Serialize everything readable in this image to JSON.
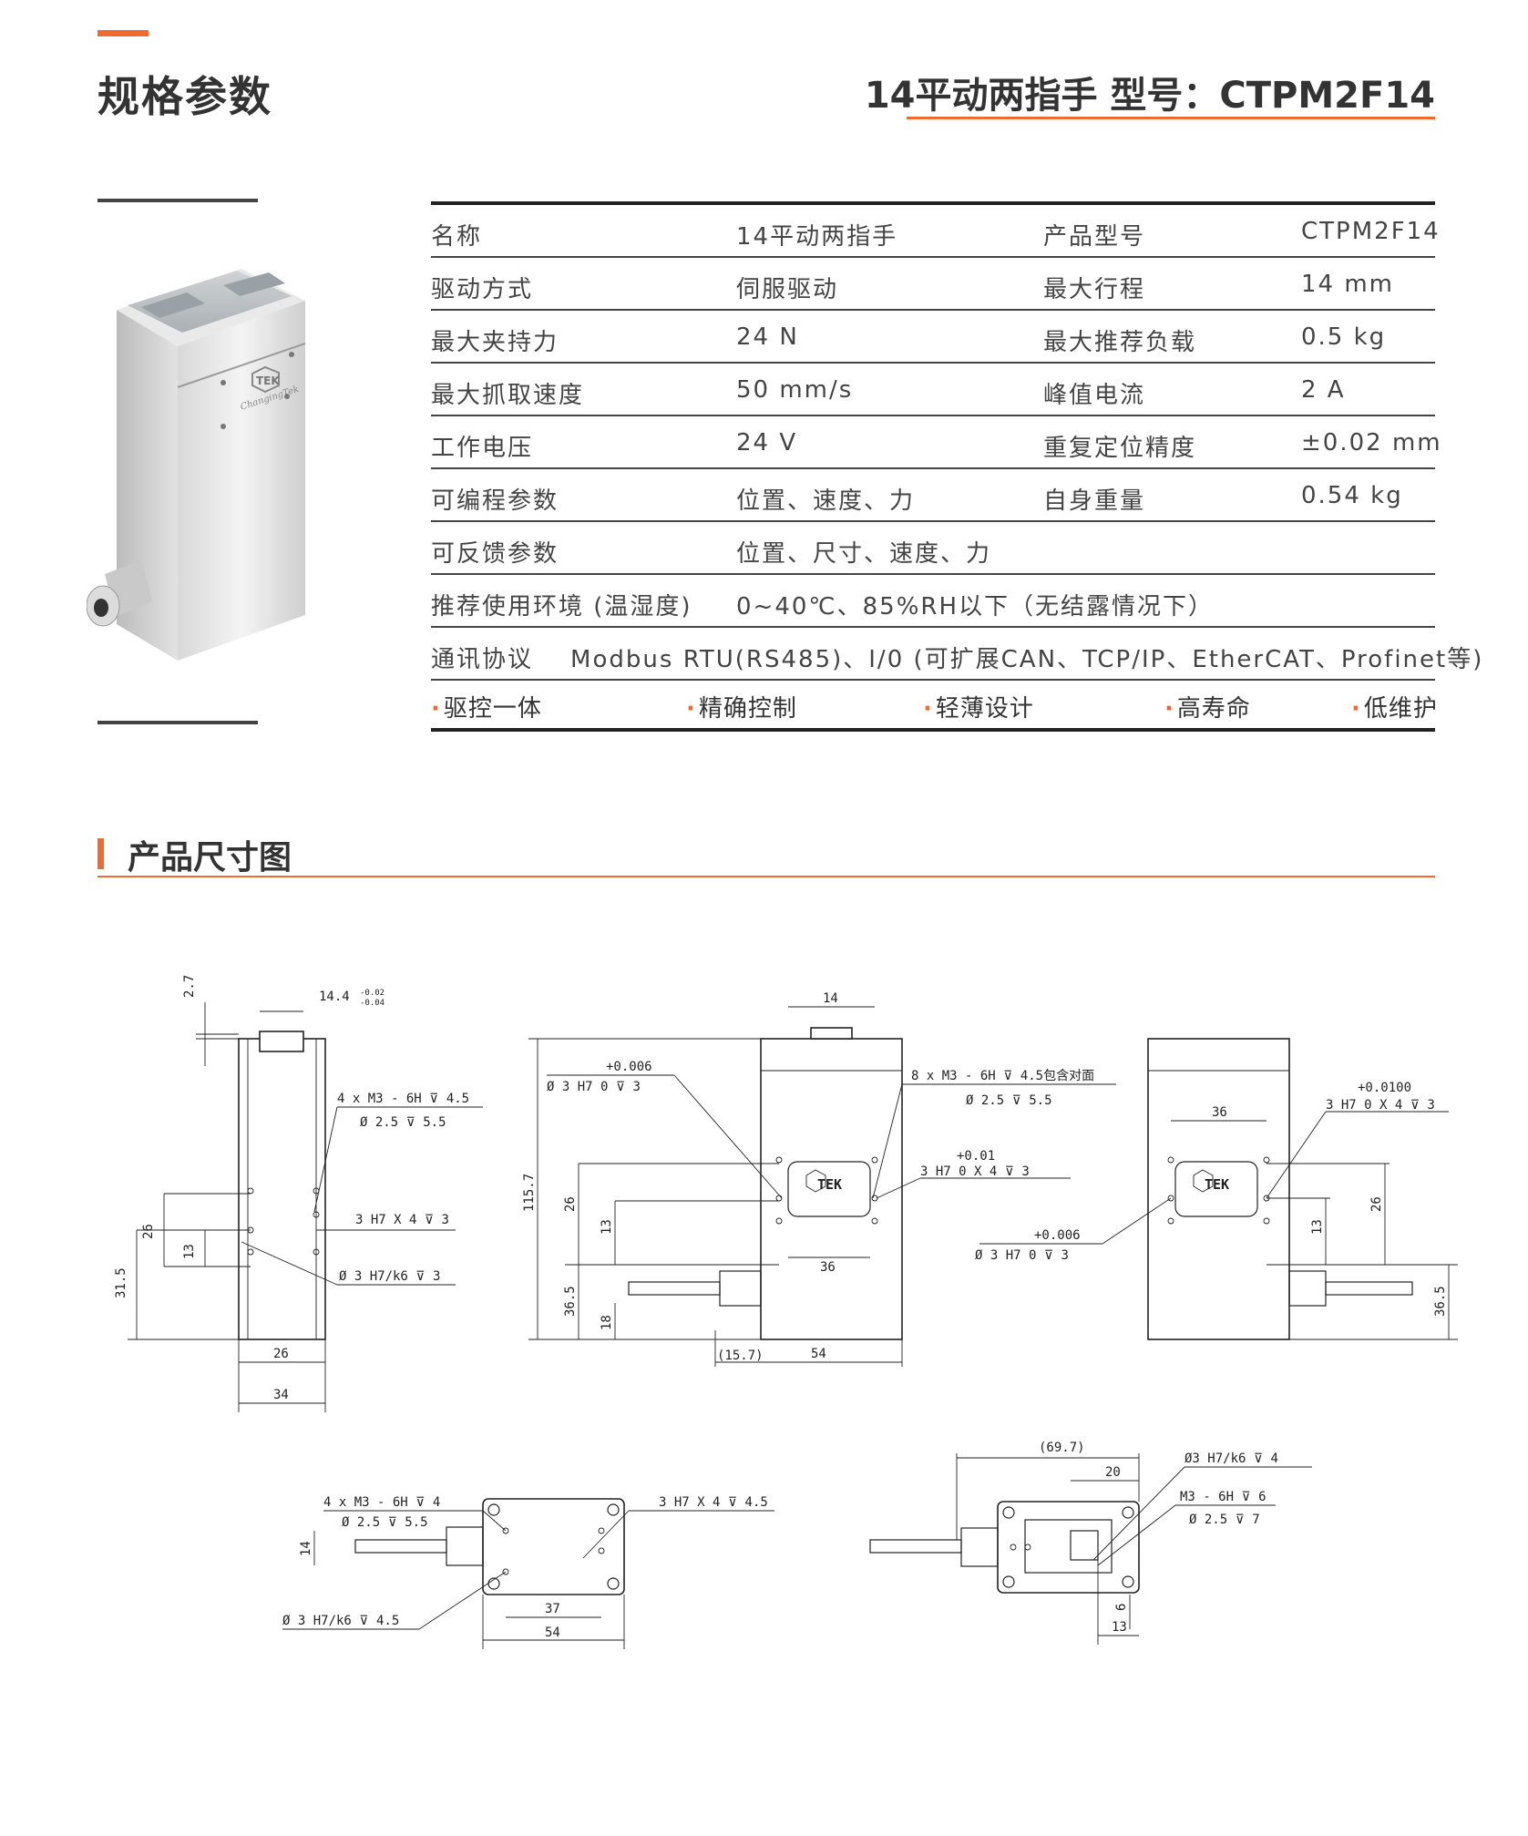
{
  "header": {
    "page_title": "规格参数",
    "product_title": "14平动两指手  型号：CTPM2F14"
  },
  "specs": [
    {
      "k1": "名称",
      "v1": "14平动两指手",
      "k2": "产品型号",
      "v2": "CTPM2F14"
    },
    {
      "k1": "驱动方式",
      "v1": "伺服驱动",
      "k2": "最大行程",
      "v2": "14 mm"
    },
    {
      "k1": "最大夹持力",
      "v1": "24 N",
      "k2": "最大推荐负载",
      "v2": "0.5 kg"
    },
    {
      "k1": "最大抓取速度",
      "v1": "50 mm/s",
      "k2": "峰值电流",
      "v2": "2 A"
    },
    {
      "k1": "工作电压",
      "v1": "24 V",
      "k2": "重复定位精度",
      "v2": "±0.02 mm"
    },
    {
      "k1": "可编程参数",
      "v1": "位置、速度、力",
      "k2": "自身重量",
      "v2": "0.54 kg"
    },
    {
      "k1": "可反馈参数",
      "v1": "位置、尺寸、速度、力",
      "k2": "",
      "v2": ""
    },
    {
      "k1": "推荐使用环境 (温湿度)",
      "v1": "0~40℃、85%RH以下（无结露情况下）",
      "k2": "",
      "v2": ""
    }
  ],
  "protocol": "通讯协议    Modbus RTU(RS485)、I/0 (可扩展CAN、TCP/IP、EtherCAT、Profinet等)",
  "features": [
    "驱控一体",
    "精确控制",
    "轻薄设计",
    "高寿命",
    "低维护"
  ],
  "section": {
    "title": "产品尺寸图"
  },
  "product_image": {
    "logo_text": "TEK",
    "logo_sub": "ChangingTek"
  },
  "drawing": {
    "side": {
      "d_2_7": "2.7",
      "d_14_4": "14.4",
      "d_tol1": "-0.02",
      "d_tol2": "-0.04",
      "thread1": "4 x  M3 - 6H ⊽ 4.5",
      "thread2": "Ø 2.5 ⊽ 5.5",
      "d_26": "26",
      "d_13": "13",
      "d_31_5": "31.5",
      "pin1": "3 H7 X 4 ⊽ 3",
      "pin2": "Ø 3 H7/k6 ⊽ 3",
      "w26": "26",
      "w34": "34"
    },
    "front": {
      "d_14": "14",
      "d_115_7": "115.7",
      "tol_a": "+0.006",
      "hole_a": "Ø 3 H7   0  ⊽ 3",
      "thread1": "8 x  M3 - 6H ⊽ 4.5包含对面",
      "thread2": "Ø 2.5 ⊽ 5.5",
      "tol_b": "+0.01",
      "hole_b": "3 H7   0   X 4 ⊽ 3",
      "d_26": "26",
      "d_13": "13",
      "d_36_5": "36.5",
      "d_18": "18",
      "d_36": "36",
      "d_15_7": "(15.7)",
      "d_54": "54",
      "tol_c": "+0.006",
      "hole_c": "Ø 3 H7   0   ⊽ 3"
    },
    "back": {
      "tol": "+0.0100",
      "hole": "3 H7  0  X 4 ⊽ 3",
      "d_36": "36",
      "d_26": "26",
      "d_13": "13",
      "d_36_5": "36.5"
    },
    "bottom": {
      "thread1": "4 x  M3 - 6H ⊽ 4",
      "thread2": "Ø 2.5 ⊽ 5.5",
      "pin": "3 H7 X 4 ⊽ 4.5",
      "pin2": "Ø 3 H7/k6 ⊽ 4.5",
      "d_14": "14",
      "d_37": "37",
      "d_54": "54"
    },
    "top": {
      "d_69_7": "(69.7)",
      "d_20": "20",
      "pin": "Ø3 H7/k6 ⊽ 4",
      "thread1": "M3 - 6H ⊽ 6",
      "thread2": "Ø 2.5 ⊽ 7",
      "d_6": "6",
      "d_13": "13"
    }
  }
}
